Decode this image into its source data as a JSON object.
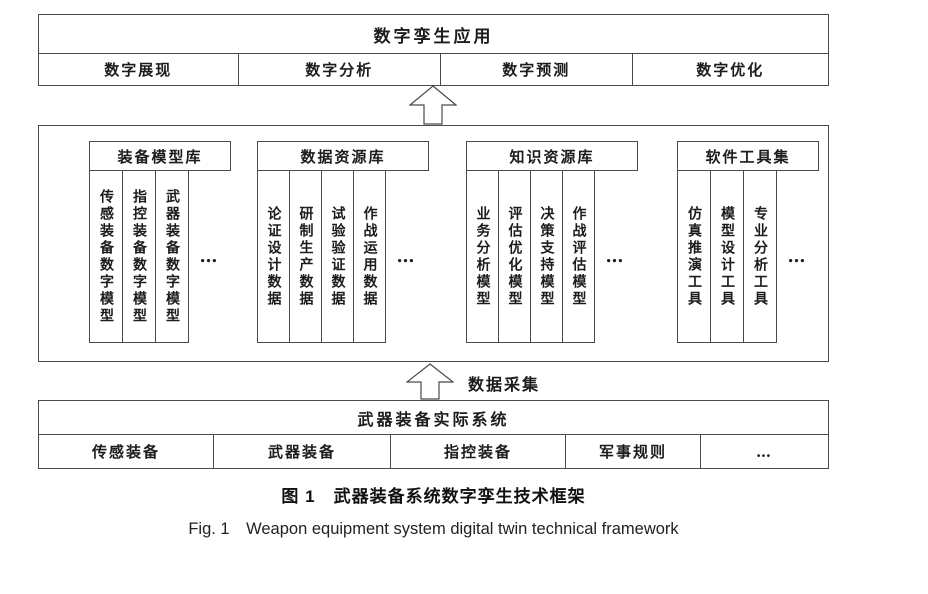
{
  "top": {
    "title": "数字孪生应用",
    "cells": [
      "数字展现",
      "数字分析",
      "数字预测",
      "数字优化"
    ]
  },
  "middle": {
    "groups": [
      {
        "title": "装备模型库",
        "items": [
          "传感装备数字模型",
          "指控装备数字模型",
          "武器装备数字模型"
        ],
        "more": "…"
      },
      {
        "title": "数据资源库",
        "items": [
          "论证设计数据",
          "研制生产数据",
          "试验验证数据",
          "作战运用数据"
        ],
        "more": "…"
      },
      {
        "title": "知识资源库",
        "items": [
          "业务分析模型",
          "评估优化模型",
          "决策支持模型",
          "作战评估模型"
        ],
        "more": "…"
      },
      {
        "title": "软件工具集",
        "items": [
          "仿真推演工具",
          "模型设计工具",
          "专业分析工具"
        ],
        "more": "…"
      }
    ]
  },
  "arrows": {
    "data_collection_label": "数据采集"
  },
  "bottom": {
    "title": "武器装备实际系统",
    "cells": [
      "传感装备",
      "武器装备",
      "指控装备",
      "军事规则",
      "…"
    ]
  },
  "captions": {
    "zh": "图 1　武器装备系统数字孪生技术框架",
    "en": "Fig. 1　Weapon equipment system digital twin technical framework"
  }
}
